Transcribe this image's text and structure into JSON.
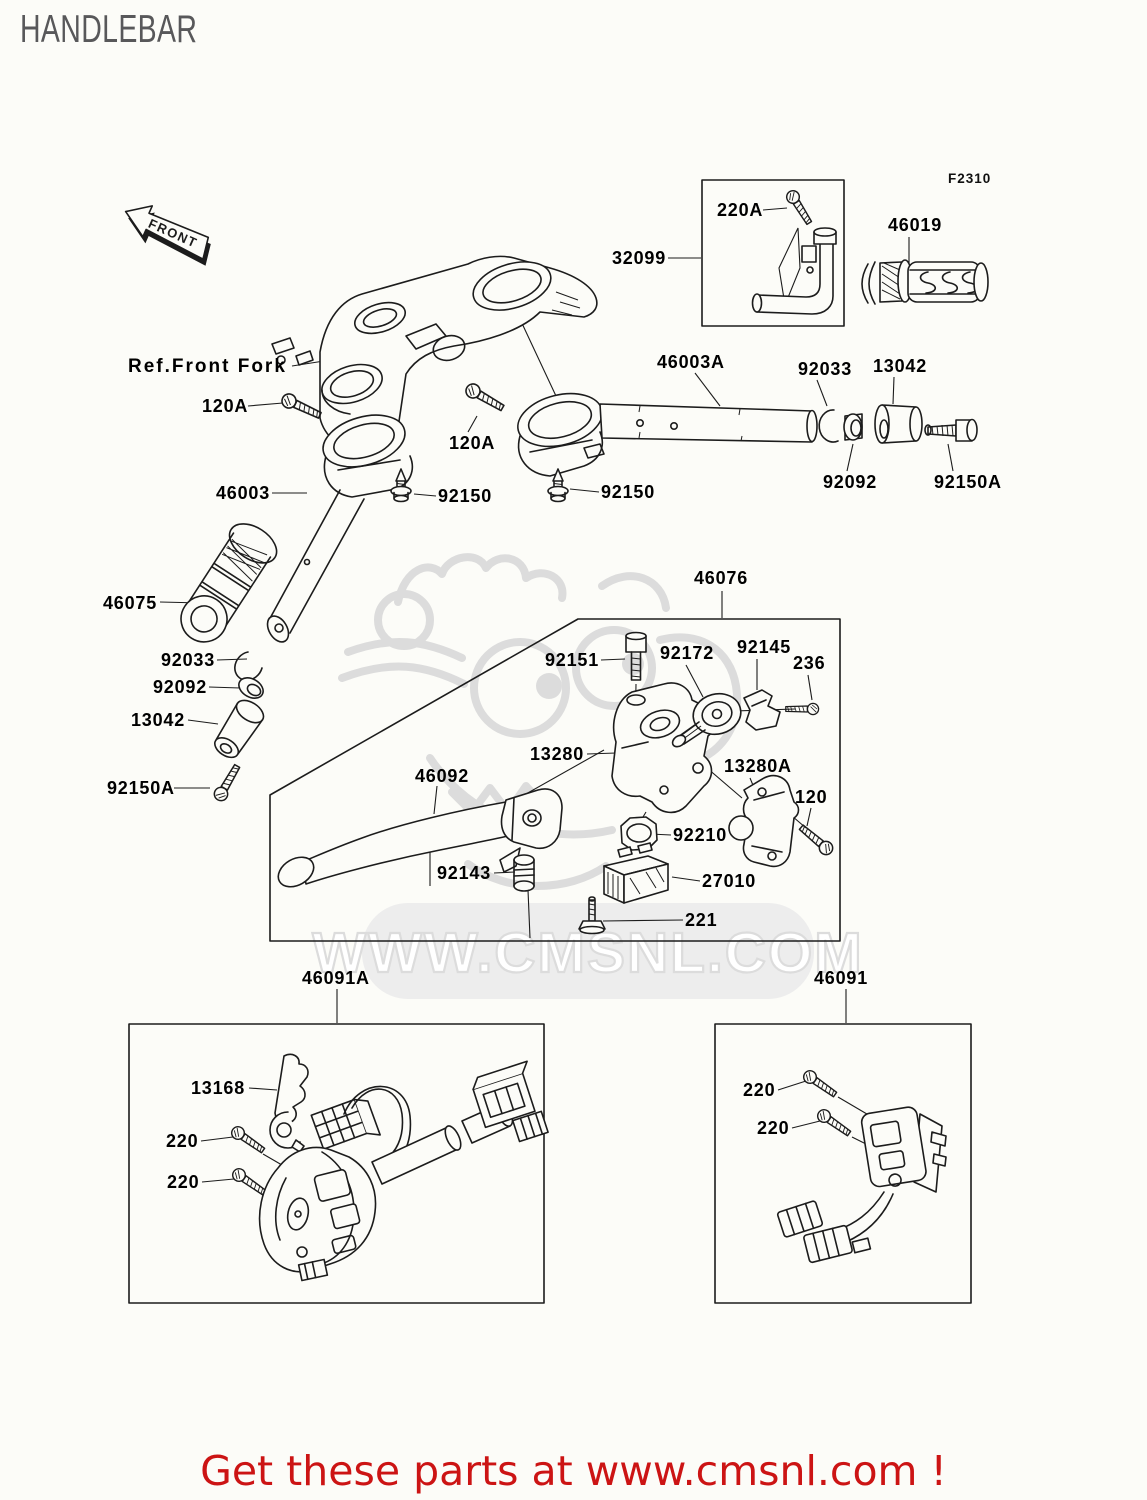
{
  "page": {
    "title": "HANDLEBAR",
    "figure_code": "F2310",
    "front_marker": "FRONT",
    "ref_front_fork": "Ref.Front Fork"
  },
  "watermark": {
    "site": "WWW.CMSNL.COM"
  },
  "footer": {
    "promo": "Get these parts at www.cmsnl.com !"
  },
  "colors": {
    "line": "#1c1c1c",
    "label": "#000000",
    "title_gray": "#58585a",
    "watermark_gray": "#dcdcdc",
    "watermark_fill": "#ededed",
    "footer_red": "#cc1414"
  },
  "parts": {
    "p32099": "32099",
    "p220A": "220A",
    "p46019": "46019",
    "p46003A": "46003A",
    "p92033_top": "92033",
    "p13042_top": "13042",
    "p92092_top": "92092",
    "p92150A_top": "92150A",
    "p120A_left": "120A",
    "p120A_right": "120A",
    "p46003": "46003",
    "p92150_left": "92150",
    "p92150_right": "92150",
    "p46075": "46075",
    "p92033_left": "92033",
    "p92092_left": "92092",
    "p13042_left": "13042",
    "p92150A_left": "92150A",
    "p46076": "46076",
    "p92151": "92151",
    "p92172": "92172",
    "p92145": "92145",
    "p236": "236",
    "p13280": "13280",
    "p13280A": "13280A",
    "p120": "120",
    "p46092": "46092",
    "p92210": "92210",
    "p92143": "92143",
    "p27010": "27010",
    "p221": "221",
    "p46091A": "46091A",
    "p13168": "13168",
    "p220_a": "220",
    "p220_b": "220",
    "p46091": "46091",
    "p220_c": "220",
    "p220_d": "220"
  }
}
